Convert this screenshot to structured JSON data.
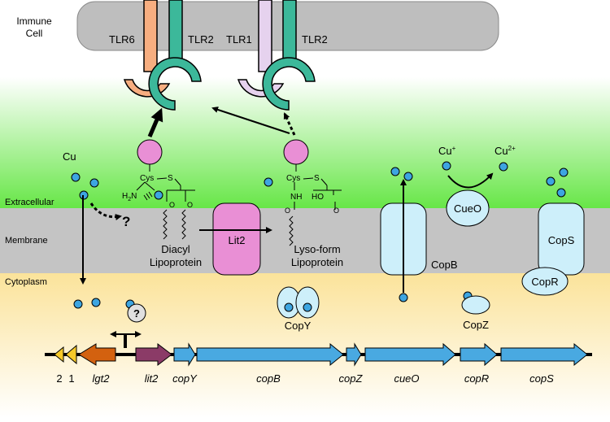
{
  "immune_cell": {
    "label_line1": "Immune",
    "label_line2": "Cell"
  },
  "receptors": {
    "tlr6": "TLR6",
    "tlr2_left": "TLR2",
    "tlr1": "TLR1",
    "tlr2_right": "TLR2"
  },
  "regions": {
    "extracellular": "Extracellular",
    "membrane": "Membrane",
    "cytoplasm": "Cytoplasm"
  },
  "copper": {
    "cu": "Cu",
    "cu_plus": "Cu",
    "cu_plus_charge": "+",
    "cu_2plus": "Cu",
    "cu_2plus_charge": "2+"
  },
  "unknown_mark": "?",
  "lipoprotein_chem": {
    "cys": "Cys",
    "s": "S",
    "h2n": "H",
    "h2n_sub": "2",
    "h2n_n": "N",
    "nh": "NH",
    "ho": "HO",
    "o": "O"
  },
  "lipoproteins": {
    "diacyl_line1": "Diacyl",
    "diacyl_line2": "Lipoprotein",
    "lyso_line1": "Lyso-form",
    "lyso_line2": "Lipoprotein"
  },
  "proteins": {
    "lit2": "Lit2",
    "copb": "CopB",
    "cueo": "CueO",
    "cops": "CopS",
    "copr": "CopR",
    "copy": "CopY",
    "copz": "CopZ"
  },
  "genes": {
    "g2": "2",
    "g1": "1",
    "lgt2": "lgt2",
    "lit2": "lit2",
    "copY": "copY",
    "copB": "copB",
    "copZ": "copZ",
    "cueO": "cueO",
    "copR": "copR",
    "copS": "copS"
  },
  "colors": {
    "tlr6": "#F7AE80",
    "tlr2": "#3CB89A",
    "tlr1": "#E6D2EE",
    "lipid_head": "#E98FD5",
    "lit2": "#E98FD5",
    "transport_protein": "#CDEFFA",
    "copper_ion": "#3DA5E1",
    "gene_blue": "#49A9E1",
    "gene_yellow": "#F6C928",
    "gene_orange": "#D3610F",
    "gene_purple": "#8B3B67"
  }
}
